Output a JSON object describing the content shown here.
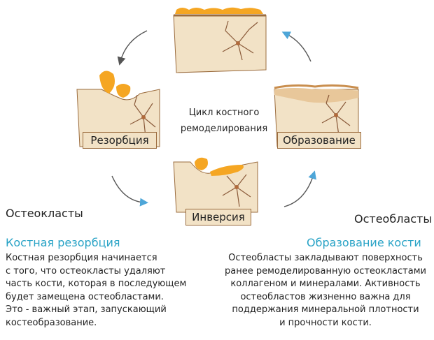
{
  "diagram": {
    "center_label_line1": "Цикл костного",
    "center_label_line2": "ремоделирования",
    "stage_resorption": "Резорбция",
    "stage_formation": "Образование",
    "stage_inversion": "Инверсия"
  },
  "left_column": {
    "title": "Остеокласты",
    "subtitle": "Костная резорбция",
    "lines": [
      "Костная резорбция начинается",
      "с того, что остеокласты удаляют",
      "часть кости, которая в последующем",
      "будет замещена остеобластами.",
      "Это - важный этап, запускающий",
      "костеобразование."
    ]
  },
  "right_column": {
    "title": "Остеобласты",
    "subtitle": "Образование кости",
    "lines": [
      "Остеобласты закладывают поверхность",
      "ранее ремоделированную остеокластами",
      "коллагеном и минералами. Активность",
      "остеобластов жизненно важна для",
      "поддержания минеральной плотности",
      "и прочности кости."
    ]
  },
  "colors": {
    "bone": "#f2e2c6",
    "bone_edge": "#9b6c3e",
    "cell_orange": "#f5a623",
    "arrow_blue": "#4ea6d8",
    "subtitle_blue": "#29a3c6"
  }
}
